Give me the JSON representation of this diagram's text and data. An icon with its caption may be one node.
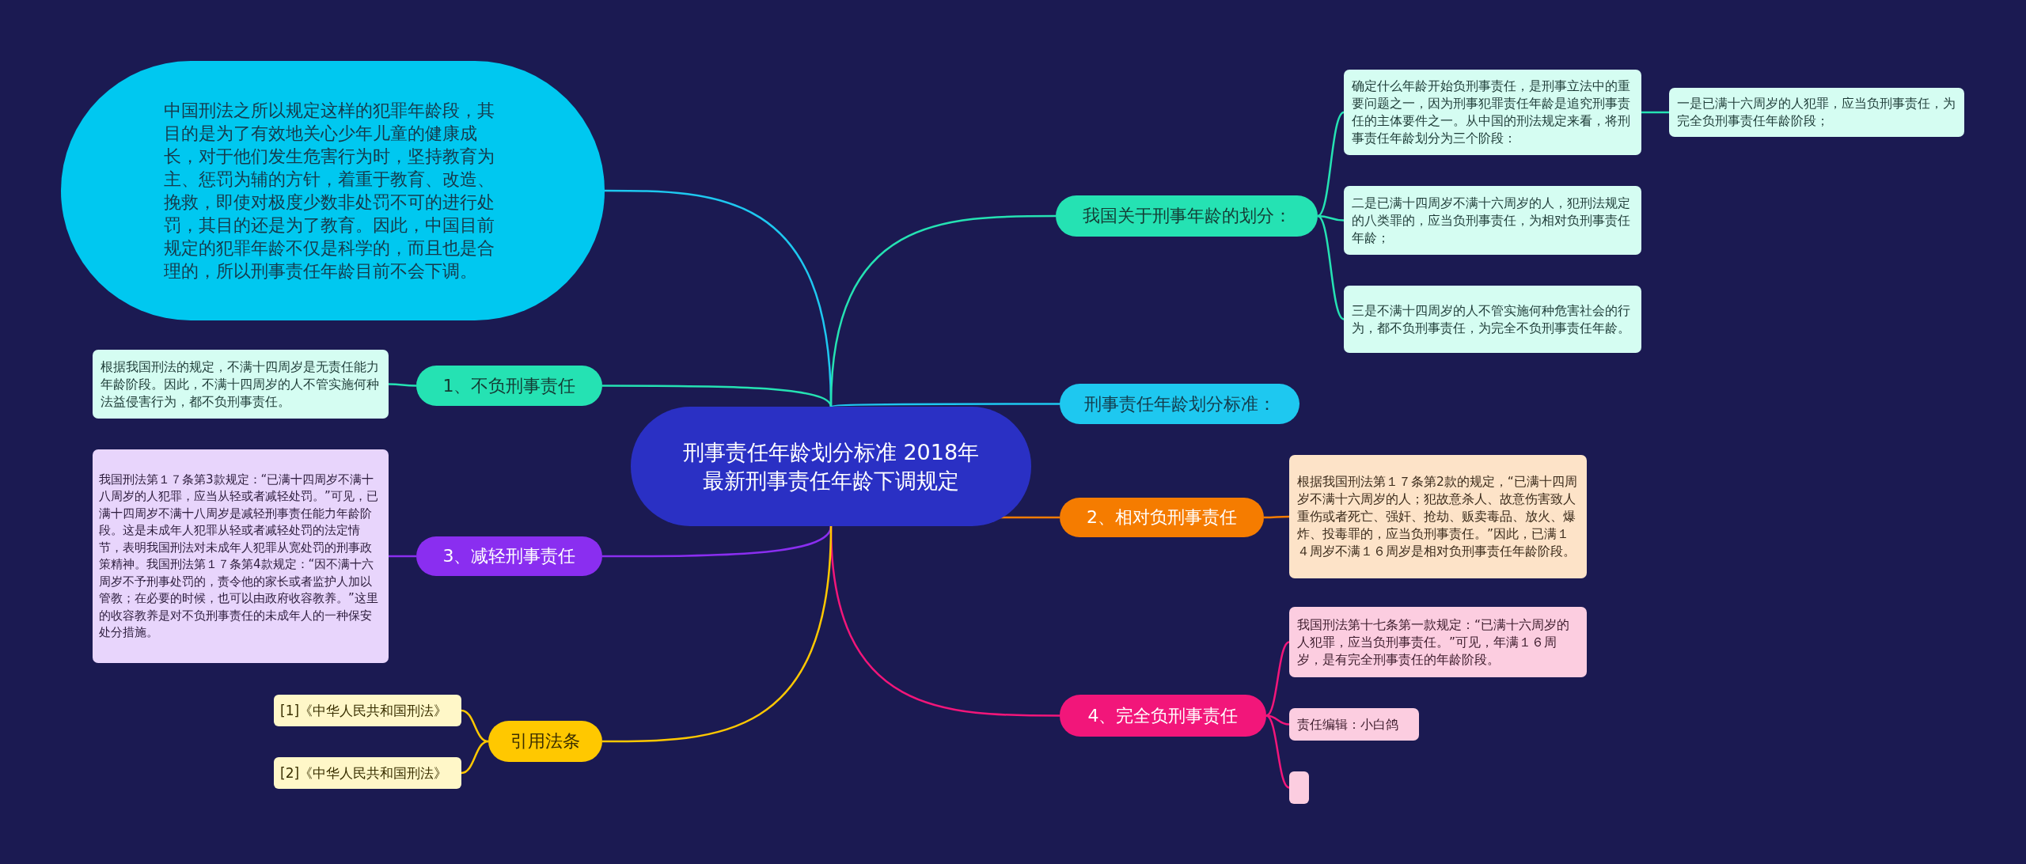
{
  "diagram": {
    "nodes": [
      {
        "text": [
          "刑事责任年龄划分标准 2018年最新刑事责任年龄下调规定"
        ]
      },
      {
        "text": [
          "中国刑法之所以规定这样的犯罪年龄段，其目的是为了有效地关心少年儿童的健康成长，对于他们发生危害行为时，坚持教育为主、惩罚为辅的方针，着重于教育、改造、挽救，即使对极度少数非处罚不可的进行处罚，其目的还是为了教育。因此，中国目前规定的犯罪年龄不仅是科学的，而且也是合理的，所以刑事责任年龄目前不会下调。"
        ]
      },
      {
        "text": [
          "我国关于刑事年龄的划分："
        ]
      },
      {
        "text": [
          "确定什么年龄开始负刑事责任，是刑事立法中的重要问题之一，因为刑事犯罪责任年龄是追究刑事责任的主体要件之一。从中国的刑法规定来看，将刑事责任年龄划分为三个阶段："
        ]
      },
      {
        "text": [
          "一是已满十六周岁的人犯罪，应当负刑事责任，为完全负刑事责任年龄阶段；"
        ]
      },
      {
        "text": [
          "二是已满十四周岁不满十六周岁的人，犯刑法规定的八类罪的，应当负刑事责任，为相对负刑事责任年龄；"
        ]
      },
      {
        "text": [
          "三是不满十四周岁的人不管实施何种危害社会的行为，都不负刑事责任，为完全不负刑事责任年龄。"
        ]
      },
      {
        "text": [
          "1、不负刑事责任"
        ]
      },
      {
        "text": [
          "根据我国刑法的规定，不满十四周岁是无责任能力年龄阶段。因此，不满十四周岁的人不管实施何种法益侵害行为，都不负刑事责任。"
        ]
      },
      {
        "text": [
          "刑事责任年龄划分标准："
        ]
      },
      {
        "text": [
          "2、相对负刑事责任"
        ]
      },
      {
        "text": [
          "根据我国刑法第１７条第2款的规定，“已满十四周岁不满十六周岁的人；犯故意杀人、故意伤害致人重伤或者死亡、强奸、抢劫、贩卖毒品、放火、爆炸、投毒罪的，应当负刑事责任。”因此，已满１４周岁不满１６周岁是相对负刑事责任年龄阶段。"
        ]
      },
      {
        "text": [
          "3、减轻刑事责任"
        ]
      },
      {
        "text": [
          "我国刑法第１７条第3款规定：“已满十四周岁不满十八周岁的人犯罪，应当从轻或者减轻处罚。”可见，已满十四周岁不满十八周岁是减轻刑事责任能力年龄阶段。这是未成年人犯罪从轻或者减轻处罚的法定情节，表明我国刑法对未成年人犯罪从宽处罚的刑事政策精神。我国刑法第１７条第4款规定：“因不满十六周岁不予刑事处罚的，责令他的家长或者监护人加以管教；在必要的时候，也可以由政府收容教养。”这里的收容教养是对不负刑事责任的未成年人的一种保安处分措施。"
        ]
      },
      {
        "text": [
          "4、完全负刑事责任"
        ]
      },
      {
        "text": [
          "我国刑法第十七条第一款规定：“已满十六周岁的人犯罪，应当负刑事责任。”可见，年满１６周岁，是有完全刑事责任的年龄阶段。"
        ]
      },
      {
        "text": [
          "责任编辑：小白鸽"
        ]
      },
      {
        "text": [],
        "shape": "box"
      },
      {
        "text": [
          "引用法条"
        ]
      },
      {
        "text": [
          "[1]《中华人民共和国刑法》"
        ]
      },
      {
        "text": [
          "[2]《中华人民共和国刑法》"
        ]
      }
    ],
    "edges": [
      {
        "from": 0,
        "to": 1,
        "arrow": "none",
        "color": "#1ec8f0"
      },
      {
        "from": 0,
        "to": 2,
        "arrow": "none",
        "color": "#25e2b3"
      },
      {
        "from": 2,
        "to": 3,
        "arrow": "none",
        "color": "#25e2b3"
      },
      {
        "from": 3,
        "to": 4,
        "arrow": "none",
        "color": "#25e2b3"
      },
      {
        "from": 2,
        "to": 5,
        "arrow": "none",
        "color": "#25e2b3"
      },
      {
        "from": 2,
        "to": 6,
        "arrow": "none",
        "color": "#25e2b3"
      },
      {
        "from": 0,
        "to": 7,
        "arrow": "none",
        "color": "#25e2b3"
      },
      {
        "from": 7,
        "to": 8,
        "arrow": "none",
        "color": "#25e2b3"
      },
      {
        "from": 0,
        "to": 9,
        "arrow": "none",
        "color": "#1ec8f0"
      },
      {
        "from": 0,
        "to": 10,
        "arrow": "none",
        "color": "#f57c00"
      },
      {
        "from": 10,
        "to": 11,
        "arrow": "none",
        "color": "#f57c00"
      },
      {
        "from": 0,
        "to": 12,
        "arrow": "none",
        "color": "#8a2ef0"
      },
      {
        "from": 12,
        "to": 13,
        "arrow": "none",
        "color": "#8a2ef0"
      },
      {
        "from": 0,
        "to": 14,
        "arrow": "none",
        "color": "#f2167a"
      },
      {
        "from": 14,
        "to": 15,
        "arrow": "none",
        "color": "#f2167a"
      },
      {
        "from": 14,
        "to": 16,
        "arrow": "none",
        "color": "#f2167a"
      },
      {
        "from": 14,
        "to": 17,
        "arrow": "none",
        "color": "#f2167a"
      },
      {
        "from": 0,
        "to": 18,
        "arrow": "none",
        "color": "#ffc800"
      },
      {
        "from": 18,
        "to": 19,
        "arrow": "none",
        "color": "#ffc800"
      },
      {
        "from": 18,
        "to": 20,
        "arrow": "none",
        "color": "#ffc800"
      }
    ]
  }
}
